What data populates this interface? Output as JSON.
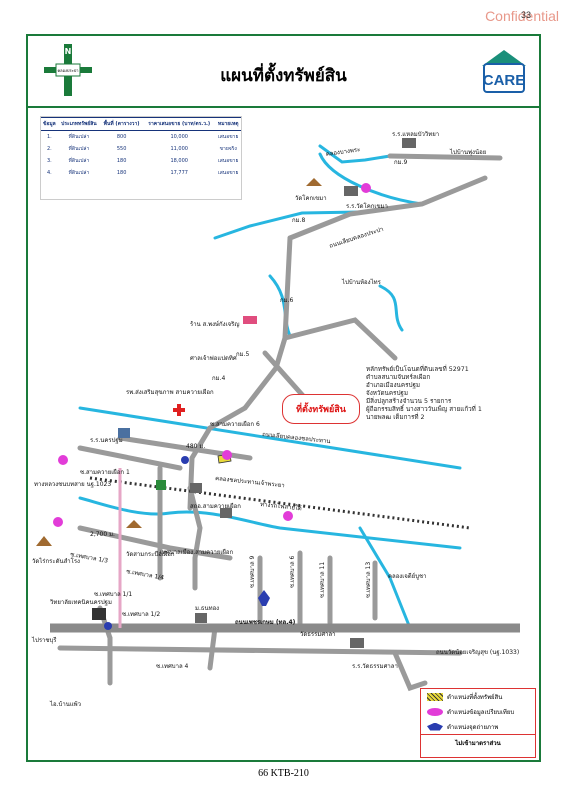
{
  "confidential": "Confidential",
  "page_number": "33",
  "title": "แผนที่ตั้งทรัพย์สิน",
  "logo_text": "CARE",
  "footer": "66 KTB-210",
  "table": {
    "headers": [
      "ข้อมูล",
      "ประเภททรัพย์สิน",
      "พื้นที่ (ตารางวา)",
      "ราคาเสนอขาย (บาท/ตร.ว.)",
      "หมายเหตุ"
    ],
    "rows": [
      [
        "1.",
        "ที่ดินเปล่า",
        "800",
        "10,000",
        "เสนอขาย"
      ],
      [
        "2.",
        "ที่ดินเปล่า",
        "550",
        "11,000",
        "ขายจริง"
      ],
      [
        "3.",
        "ที่ดินเปล่า",
        "180",
        "18,000",
        "เสนอขาย"
      ],
      [
        "4.",
        "ที่ดินเปล่า",
        "180",
        "17,777",
        "เสนอขาย"
      ]
    ]
  },
  "callout": "ที่ตั้งทรัพย์สิน",
  "info_lines": [
    "หลักทรัพย์เป็นโฉนดที่ดินเลขที่ 52971",
    "ตำบลสนามจันทร์ลเผือก",
    "อำเภอเมืองนครปฐม",
    "จังหวัดนครปฐม",
    "มีสิ่งปลูกสร้างจำนวน 5 รายการ",
    "ผู้ถือกรรมสิทธิ์ นางสาววันเพ็ญ สายแก้วที่ 1",
    "นายพลฒ เต็มการที่ 2"
  ],
  "map_labels": {
    "school1": "ร.ร.แหลมบัววิทยา",
    "canal1": "คลองบางพระ",
    "to_banphung": "ไปบ้านพุ่งน้อย",
    "wat_kok": "วัดโคกเขมา",
    "school2": "ร.ร.วัดโคกเขมา",
    "road_canal": "ถนนเลียบคลองประปา",
    "to_bankong": "ไปบ้านห้องไทร",
    "shop": "ร้าน ส.พงษ์กังเจริญ",
    "shrine": "ศาลเจ้าพ่อแปดทิศ",
    "hospital": "รพ.ส่งเสริมสุขภาพ สามควายเผือก",
    "soi6": "ซ.สามควายเผือก 6",
    "road_main": "ถนนเลียบคลองชลประทาน",
    "dist": "480 ม.",
    "dist2": "2,700 ม.",
    "school_nakhon": "ร.ร.นครปฐม",
    "soi1": "ซ.สามควายเผือก 1",
    "canal_tubsuk": "คลองชลประทานเจ้าพระยา",
    "rail": "ทางรถไฟสายใต้",
    "hwy1023": "ทางหลวงชนบทสาย นฐ.1023",
    "temple_rai": "วัดไร่กระดันสำโรง",
    "temple_sam": "วัดสามกระบือเผือก",
    "school_mueang": "เทศบาลเมือง.สามควายเผือก",
    "sot": "สถอ.สามควายเผือก",
    "soi_t1": "ซ.เทศบาล 1/3",
    "soi_t2": "ซ.เทศบาล 1/4",
    "soi_t3": "ซ.เทศบาล 1/1",
    "soi_t4": "ซ.เทศบาล 1/2",
    "school_pt": "วิทยาลัยเทคนิคนครปฐม",
    "bank": "ม.ธนทอง",
    "road4": "ถนนเพชรเกษม (ทล.4)",
    "to_ratchaburi": "ไปราชบุรี",
    "soi_t5": "ซ.เทศบาล 4",
    "to_banphaeo": "ไอ.บ้านแพ้ว",
    "soi9": "ซ.เทศบาล 9",
    "soi6b": "ซ.เทศบาล 6",
    "soi11": "ซ.เทศบาล 11",
    "soi13": "ซ.เทศบาล 13",
    "wat_tham": "วัดธรรมศาลา",
    "school_tham": "ร.ร.วัดธรรมศาลา",
    "canal_jedi": "คลองเจดีย์บูชา",
    "road_wat": "ถนนวัดน้อยเจริญสุข (นฐ.1033)",
    "km4": "กม.4",
    "km5": "กม.5",
    "km6": "กม.6",
    "km8": "กม.8",
    "km9": "กม.9"
  },
  "legend": {
    "items": [
      "ตำแหน่งที่ตั้งทรัพย์สิน",
      "ตำแหน่งข้อมูลเปรียบเทียบ",
      "ตำแหน่งจุดถ่ายภาพ"
    ],
    "scale": "ไม่เข้ามาตราส่วน"
  },
  "colors": {
    "frame": "#1a7a3a",
    "road": "#8a8a8a",
    "canal": "#27b6e0",
    "marker_pink": "#e23cd8",
    "marker_blue": "#2a3db0",
    "highlight": "#e8d93a",
    "table_text": "#16337a"
  }
}
